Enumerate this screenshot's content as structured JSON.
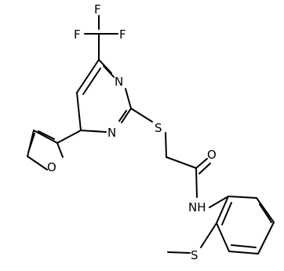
{
  "molecule": {
    "atom_labels": {
      "f1": "F",
      "f2": "F",
      "f3": "F",
      "n_top": "N",
      "n_bottom": "N",
      "s_thio": "S",
      "o_furan": "O",
      "o_carbonyl": "O",
      "nh": "NH",
      "s_methyl": "S"
    }
  },
  "colors": {
    "bond": "#000000",
    "label": "#000000",
    "background": "#ffffff"
  }
}
